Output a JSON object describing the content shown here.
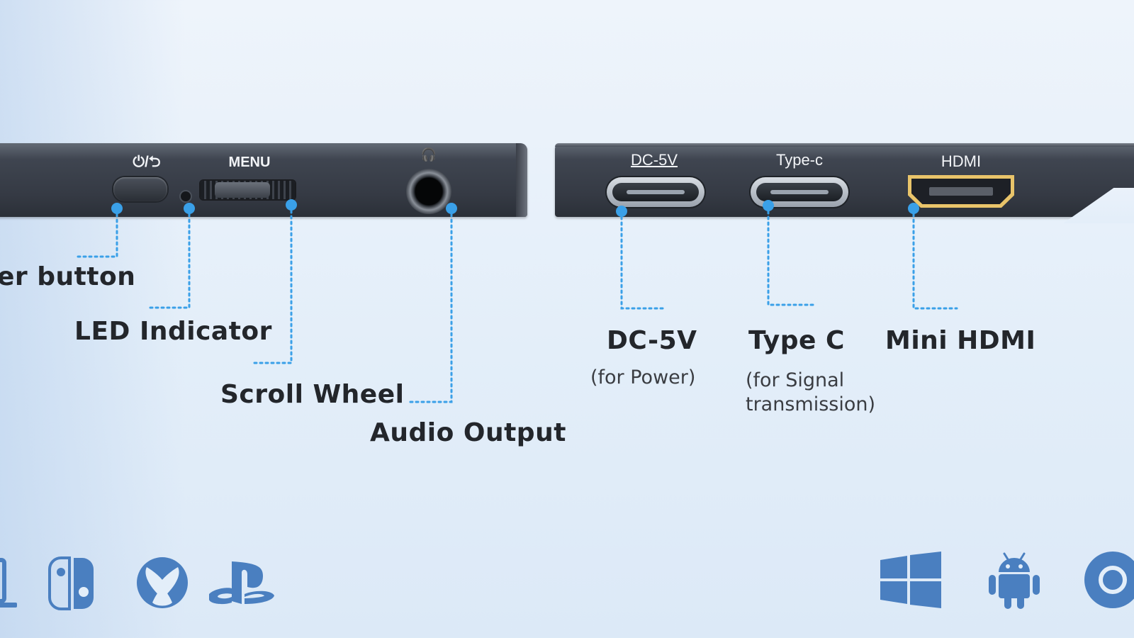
{
  "device_labels": {
    "power_symbol": "⏻/⮌",
    "menu": "MENU",
    "headphone_symbol": "🎧",
    "dc5v": "DC-5V",
    "typec": "Type-c",
    "hdmi": "HDMI"
  },
  "callouts": {
    "power_button": "er button",
    "led_indicator": "LED Indicator",
    "scroll_wheel": "Scroll Wheel",
    "audio_output": "Audio Output",
    "dc5v_title": "DC-5V",
    "dc5v_sub": "(for Power)",
    "typec_title": "Type C",
    "typec_sub_1": "(for Signal",
    "typec_sub_2": "transmission)",
    "hdmi_title": "Mini HDMI"
  },
  "colors": {
    "connector_dot": "#3aa0e8",
    "icon_blue": "#4a7fc0"
  },
  "compatibility_icons": [
    "laptop-icon",
    "nintendo-switch-icon",
    "xbox-icon",
    "playstation-icon",
    "windows-icon",
    "android-icon",
    "macos-icon"
  ]
}
